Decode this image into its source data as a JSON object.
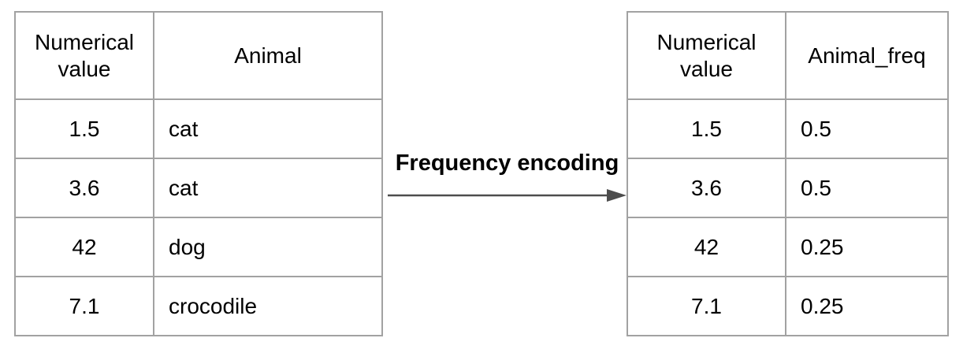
{
  "diagram": {
    "arrow_label": "Frequency encoding"
  },
  "left_table": {
    "headers": [
      "Numerical value",
      "Animal"
    ],
    "rows": [
      [
        "1.5",
        "cat"
      ],
      [
        "3.6",
        "cat"
      ],
      [
        "42",
        "dog"
      ],
      [
        "7.1",
        "crocodile"
      ]
    ]
  },
  "right_table": {
    "headers": [
      "Numerical value",
      "Animal_freq"
    ],
    "rows": [
      [
        "1.5",
        "0.5"
      ],
      [
        "3.6",
        "0.5"
      ],
      [
        "42",
        "0.25"
      ],
      [
        "7.1",
        "0.25"
      ]
    ]
  },
  "colors": {
    "border": "#a2a2a2",
    "arrow": "#4d4d4d",
    "text": "#000000",
    "bg": "#ffffff"
  }
}
